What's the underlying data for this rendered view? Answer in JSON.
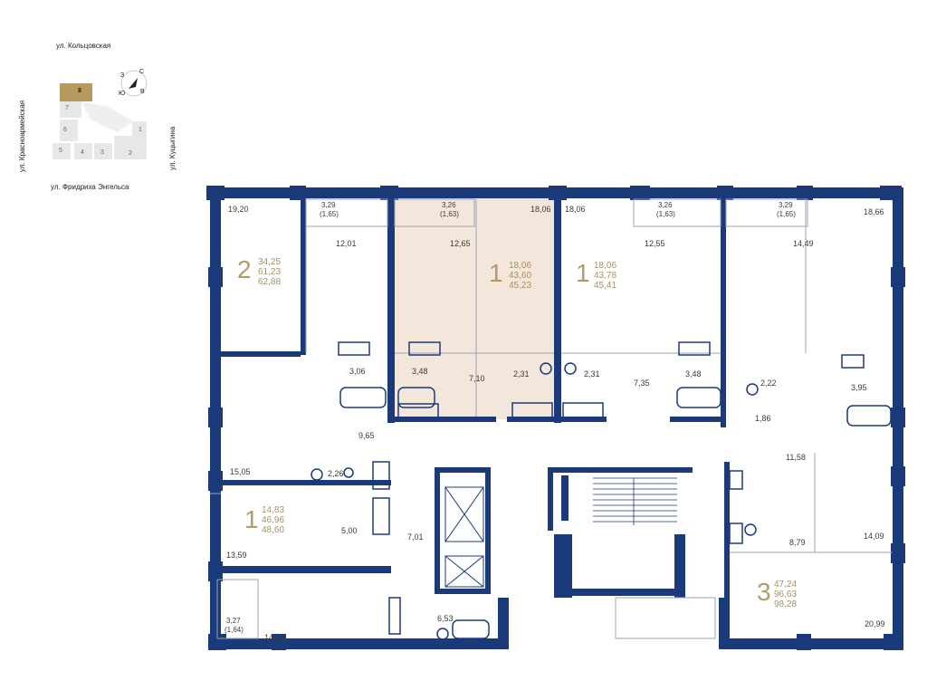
{
  "site": {
    "streets": {
      "north": "ул. Кольцовская",
      "west": "ул. Красноармейская",
      "south": "ул. Фридриха Энгельса",
      "east": "ул. Куцыгина"
    },
    "current_section": "8",
    "sections": [
      "7",
      "6",
      "5",
      "4",
      "3",
      "2",
      "1"
    ],
    "compass": {
      "north_letter": "С",
      "south_letter": "Ю",
      "east_letter": "В",
      "west_letter": "З"
    }
  },
  "apartments": [
    {
      "id": "apt-2",
      "rooms": "2",
      "areas": [
        "34,25",
        "61,23",
        "62,88"
      ],
      "highlighted": false
    },
    {
      "id": "apt-1-selected",
      "rooms": "1",
      "areas": [
        "18,06",
        "43,60",
        "45,23"
      ],
      "highlighted": true
    },
    {
      "id": "apt-1-right",
      "rooms": "1",
      "areas": [
        "18,06",
        "43,78",
        "45,41"
      ],
      "highlighted": false
    },
    {
      "id": "apt-1-left",
      "rooms": "1",
      "areas": [
        "14,83",
        "46,96",
        "48,60"
      ],
      "highlighted": false
    },
    {
      "id": "apt-3",
      "rooms": "3",
      "areas": [
        "47,24",
        "96,63",
        "98,28"
      ],
      "highlighted": false
    }
  ],
  "room_labels": [
    "19,20",
    "3,29",
    "(1,65)",
    "3,26",
    "(1,63)",
    "18,06",
    "18,06",
    "3,26",
    "(1,63)",
    "3,29",
    "(1,65)",
    "18,66",
    "12,01",
    "12,65",
    "12,55",
    "14,49",
    "3,06",
    "3,48",
    "7,10",
    "2,31",
    "2,31",
    "7,35",
    "3,48",
    "2,22",
    "3,95",
    "9,65",
    "1,86",
    "11,58",
    "15,05",
    "2,26",
    "5,00",
    "7,01",
    "8,79",
    "14,09",
    "13,59",
    "3,27",
    "(1,64)",
    "14,83",
    "6,53",
    "20,99"
  ],
  "colors": {
    "wall": "#1b3a7a",
    "highlight": "#f3e6da",
    "accent": "#b49a6a",
    "site_highlight": "#b89a60"
  }
}
